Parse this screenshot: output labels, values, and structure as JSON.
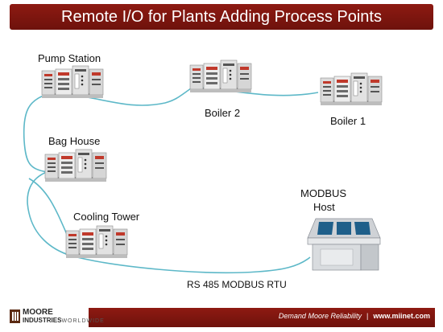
{
  "title": "Remote I/O for Plants Adding Process Points",
  "nodes": {
    "pump_station": "Pump Station",
    "boiler_2": "Boiler 2",
    "boiler_1": "Boiler 1",
    "bag_house": "Bag House",
    "cooling_tower": "Cooling Tower",
    "host_line1": "MODBUS",
    "host_line2": "Host"
  },
  "network_label": "RS 485 MODBUS RTU",
  "footer": {
    "logo_line1": "MOORE",
    "logo_line2": "INDUSTRIES",
    "logo_line3": "WORLDWIDE",
    "tagline": "Demand Moore Reliability",
    "separator": "|",
    "website": "www.miinet.com"
  },
  "colors": {
    "title_bar": "#7c160f",
    "cable": "#5db8c8",
    "module_body": "#e6e6e6",
    "module_accent": "#c0392b",
    "console_screen": "#1f5f8a"
  }
}
